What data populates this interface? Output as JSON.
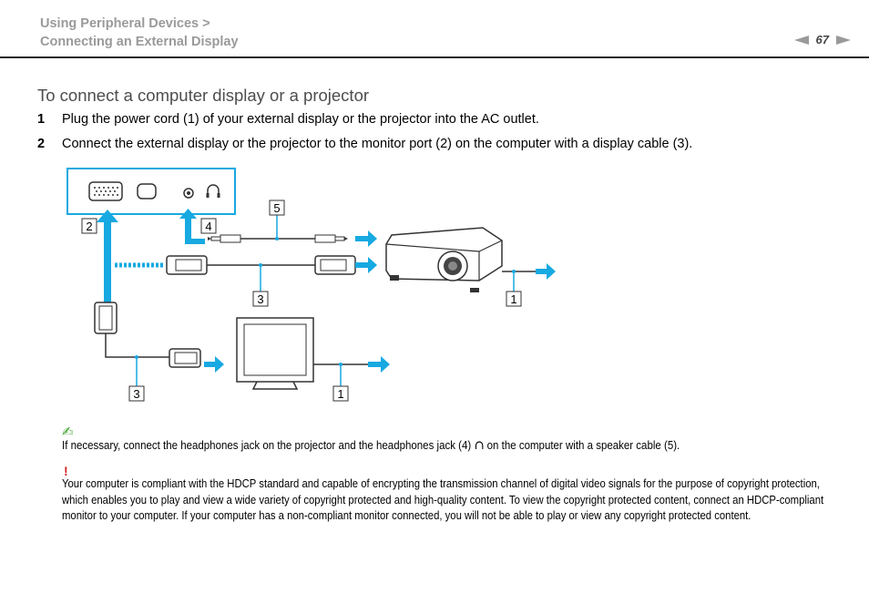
{
  "header": {
    "breadcrumb_line1": "Using Peripheral Devices >",
    "breadcrumb_line2": "Connecting an External Display",
    "page_number": "67"
  },
  "section": {
    "title": "To connect a computer display or a projector",
    "steps": [
      {
        "num": "1",
        "text": "Plug the power cord (1) of your external display or the projector into the AC outlet."
      },
      {
        "num": "2",
        "text": "Connect the external display or the projector to the monitor port (2) on the computer with a display cable (3)."
      }
    ]
  },
  "diagram": {
    "callouts": [
      "2",
      "4",
      "5",
      "3",
      "1",
      "3",
      "1"
    ]
  },
  "note": {
    "icon": "pencil-note-icon",
    "text_before": "If necessary, connect the headphones jack on the projector and the headphones jack (4) ",
    "text_after": " on the computer with a speaker cable (5)."
  },
  "warning": {
    "icon": "!",
    "text": "Your computer is compliant with the HDCP standard and capable of encrypting the transmission channel of digital video signals for the purpose of copyright protection, which enables you to play and view a wide variety of copyright protected and high-quality content. To view the copyright protected content, connect an HDCP-compliant monitor to your computer. If your computer has a non-compliant monitor connected, you will not be able to play or view any copyright protected content."
  },
  "colors": {
    "accent": "#17a9e1",
    "header_gray": "#9a9a9a",
    "warning_red": "#d22222",
    "note_green": "#3fa32f"
  }
}
